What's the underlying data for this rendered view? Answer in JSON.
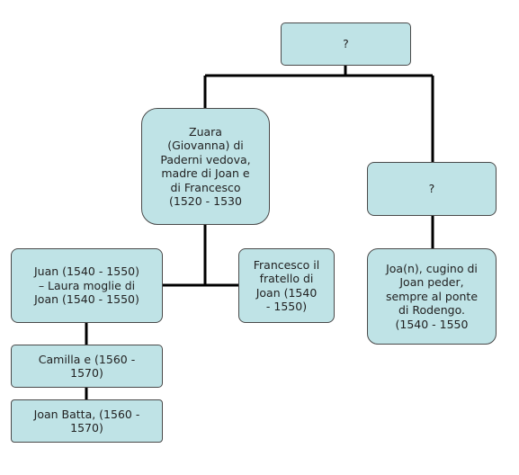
{
  "colors": {
    "node_fill": "#bfe3e6",
    "node_border": "#4a4a4a",
    "connector": "#000000"
  },
  "nodes": {
    "root": "?",
    "zuara": "Zuara\n(Giovanna) di\nPaderni vedova,\nmadre di Joan e\ndi Francesco\n(1520 - 1530",
    "right_parent": "?",
    "juan": "Juan (1540 - 1550)\n– Laura moglie di\nJoan (1540 - 1550)",
    "francesco": "Francesco il\nfratello di\nJoan (1540\n- 1550)",
    "joan_cousin": "Joa(n), cugino di\nJoan peder,\nsempre al ponte\ndi Rodengo.\n(1540 - 1550",
    "camilla": "Camilla e (1560 -\n1570)",
    "joan_batta": "Joan Batta, (1560 -\n1570)"
  }
}
